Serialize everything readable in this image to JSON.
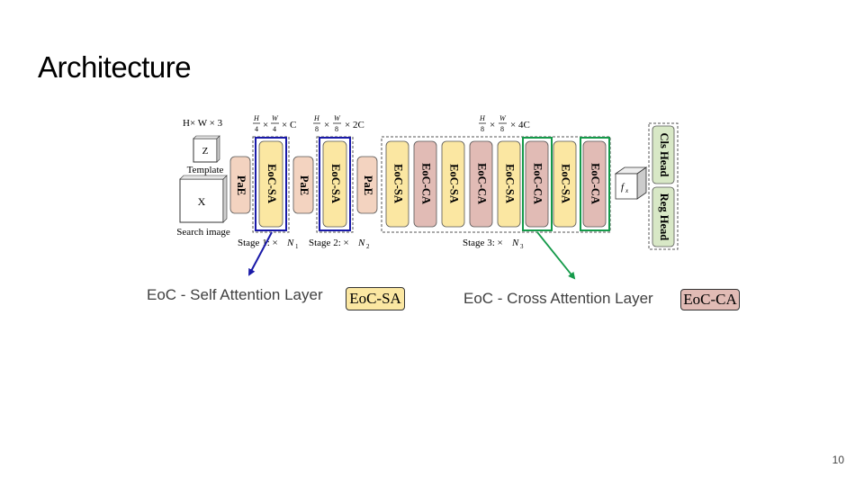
{
  "slide": {
    "title": "Architecture",
    "page_number": "10"
  },
  "colors": {
    "self_attention": "#fbe7a2",
    "cross_attention": "#e1bbb5",
    "patch_embed": "#f3d3c0",
    "head": "#d8e8c6",
    "stage_highlight_blue": "#1a1aa8",
    "cross_highlight_green": "#159a4a"
  },
  "inputs": {
    "template_dims": "H× W × 3",
    "template_letter": "Z",
    "template_label": "Template",
    "search_letter": "X",
    "search_label": "Search image"
  },
  "stages": [
    {
      "dims": "H/4 × W/4 × C",
      "blocks": [
        "PaE",
        "EoC-SA"
      ],
      "label": "Stage 1: × N1"
    },
    {
      "dims": "H/8 × W/8 × 2C",
      "blocks": [
        "PaE",
        "EoC-SA"
      ],
      "label": "Stage 2: × N2"
    },
    {
      "dims": "H/8 × W/8 × 4C",
      "blocks": [
        "PaE",
        "EoC-SA",
        "EoC-CA",
        "EoC-SA",
        "EoC-CA",
        "EoC-SA",
        "EoC-CA",
        "EoC-SA",
        "EoC-CA"
      ],
      "label": "Stage 3: × N3"
    }
  ],
  "fusion": {
    "label": "fx"
  },
  "heads": [
    "Cls Head",
    "Reg Head"
  ],
  "legend": {
    "self_attention_text": "EoC - Self Attention Layer",
    "self_attention_box": "EoC-SA",
    "cross_attention_text": "EoC - Cross Attention Layer",
    "cross_attention_box": "EoC-CA"
  }
}
